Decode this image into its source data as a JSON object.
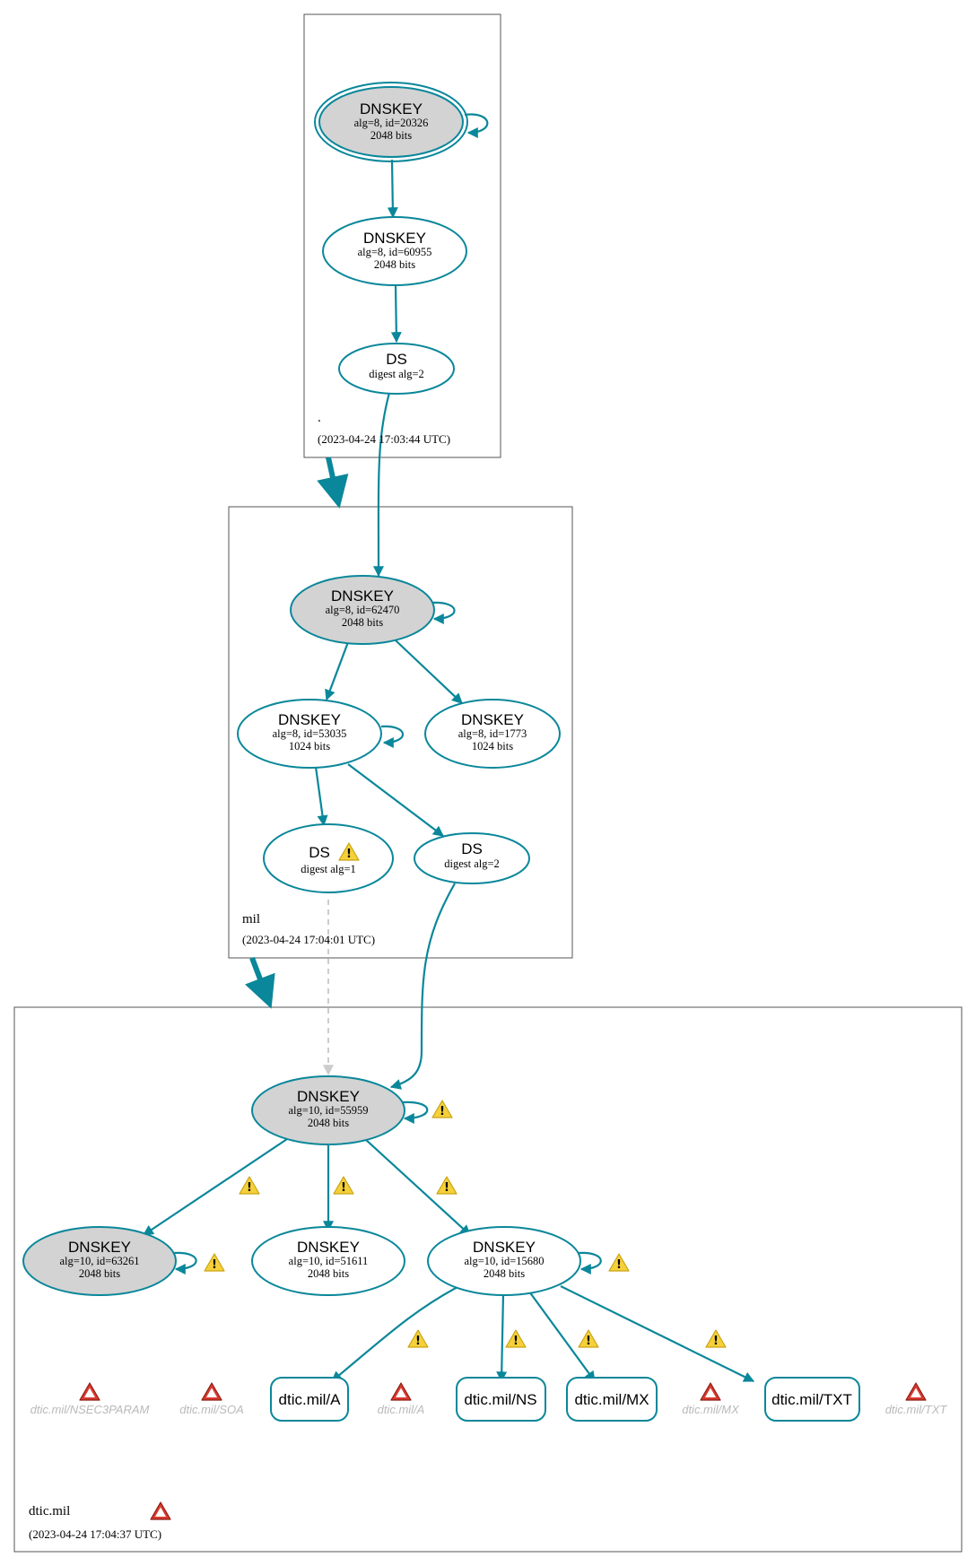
{
  "zones": {
    "root": {
      "name": ".",
      "timestamp": "(2023-04-24 17:03:44 UTC)"
    },
    "mil": {
      "name": "mil",
      "timestamp": "(2023-04-24 17:04:01 UTC)"
    },
    "dticmil": {
      "name": "dtic.mil",
      "timestamp": "(2023-04-24 17:04:37 UTC)"
    }
  },
  "nodes": {
    "root_ksk": {
      "title": "DNSKEY",
      "detail": "alg=8, id=20326",
      "size": "2048 bits"
    },
    "root_zsk": {
      "title": "DNSKEY",
      "detail": "alg=8, id=60955",
      "size": "2048 bits"
    },
    "root_ds": {
      "title": "DS",
      "detail": "digest alg=2"
    },
    "mil_ksk": {
      "title": "DNSKEY",
      "detail": "alg=8, id=62470",
      "size": "2048 bits"
    },
    "mil_zsk1": {
      "title": "DNSKEY",
      "detail": "alg=8, id=53035",
      "size": "1024 bits"
    },
    "mil_zsk2": {
      "title": "DNSKEY",
      "detail": "alg=8, id=1773",
      "size": "1024 bits"
    },
    "mil_ds1": {
      "title": "DS",
      "detail": "digest alg=1"
    },
    "mil_ds2": {
      "title": "DS",
      "detail": "digest alg=2"
    },
    "dtic_ksk": {
      "title": "DNSKEY",
      "detail": "alg=10, id=55959",
      "size": "2048 bits"
    },
    "dtic_key2": {
      "title": "DNSKEY",
      "detail": "alg=10, id=63261",
      "size": "2048 bits"
    },
    "dtic_key3": {
      "title": "DNSKEY",
      "detail": "alg=10, id=51611",
      "size": "2048 bits"
    },
    "dtic_key4": {
      "title": "DNSKEY",
      "detail": "alg=10, id=15680",
      "size": "2048 bits"
    }
  },
  "rrsets": {
    "a": "dtic.mil/A",
    "ns": "dtic.mil/NS",
    "mx": "dtic.mil/MX",
    "txt": "dtic.mil/TXT"
  },
  "missing": {
    "nsec3param": "dtic.mil/NSEC3PARAM",
    "soa": "dtic.mil/SOA",
    "a": "dtic.mil/A",
    "mx": "dtic.mil/MX",
    "txt": "dtic.mil/TXT"
  },
  "icons": {
    "warning": "warning-triangle-icon",
    "error": "error-triangle-icon",
    "warning_mark": "!",
    "error_mark": "!"
  },
  "colors": {
    "edge": "#0a879a",
    "ksk_fill": "#d3d3d3",
    "dashed_edge": "#cccccc",
    "warning_fill": "#f5d03a",
    "error_fill": "#d93a2f",
    "missing_text": "#b9b9b9"
  }
}
